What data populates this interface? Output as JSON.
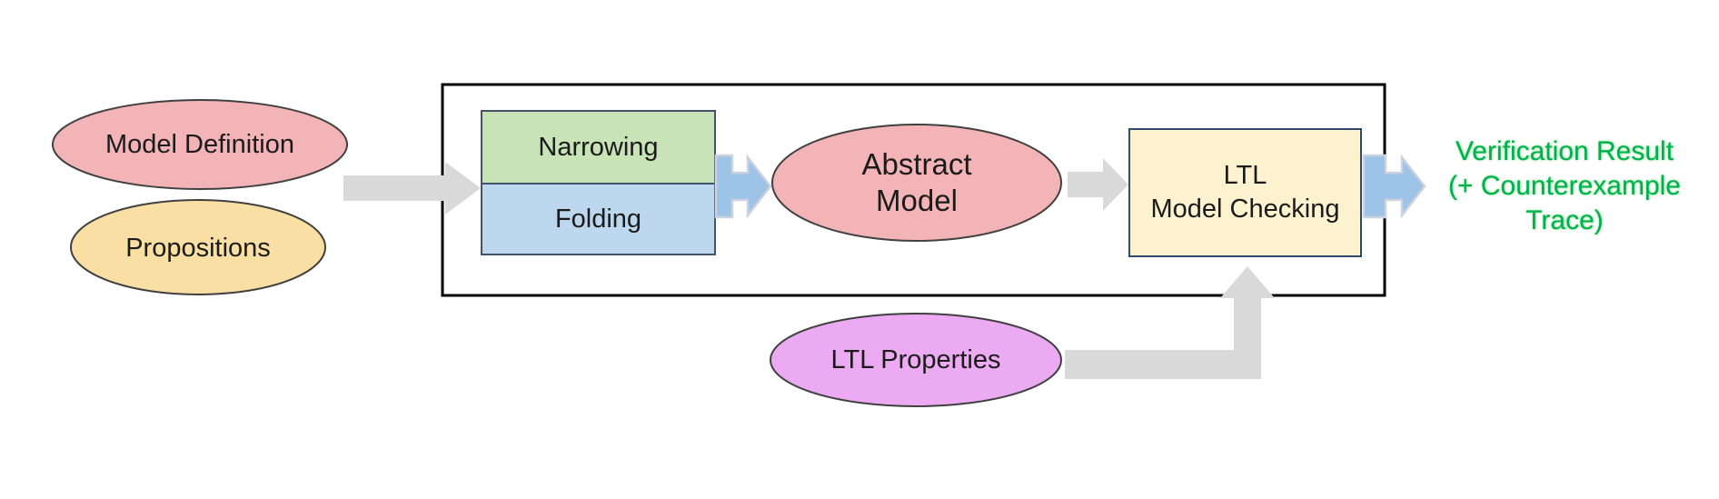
{
  "diagram": {
    "nodes": {
      "model_definition": {
        "label": "Model Definition"
      },
      "propositions": {
        "label": "Propositions"
      },
      "narrowing": {
        "label": "Narrowing"
      },
      "folding": {
        "label": "Folding"
      },
      "abstract_model": {
        "line1": "Abstract",
        "line2": "Model"
      },
      "ltl_model_checking": {
        "line1": "LTL",
        "line2": "Model Checking"
      },
      "ltl_properties": {
        "label": "LTL Properties"
      },
      "verification_result": {
        "line1": "Verification Result",
        "line2": "(+ Counterexample",
        "line3": "Trace)"
      }
    },
    "colors": {
      "model_definition_fill": "#f3b4b7",
      "propositions_fill": "#f9dfa3",
      "narrowing_fill": "#c8e3b5",
      "folding_fill": "#bdd7ee",
      "abstract_model_fill": "#f3b4b7",
      "ltl_model_checking_fill": "#fdf2cf",
      "ltl_properties_fill": "#ecaaf2",
      "gray_arrow_fill": "#d9d9d9",
      "blue_arrow_fill": "#9dc3e6",
      "result_text": "#00b050"
    }
  }
}
